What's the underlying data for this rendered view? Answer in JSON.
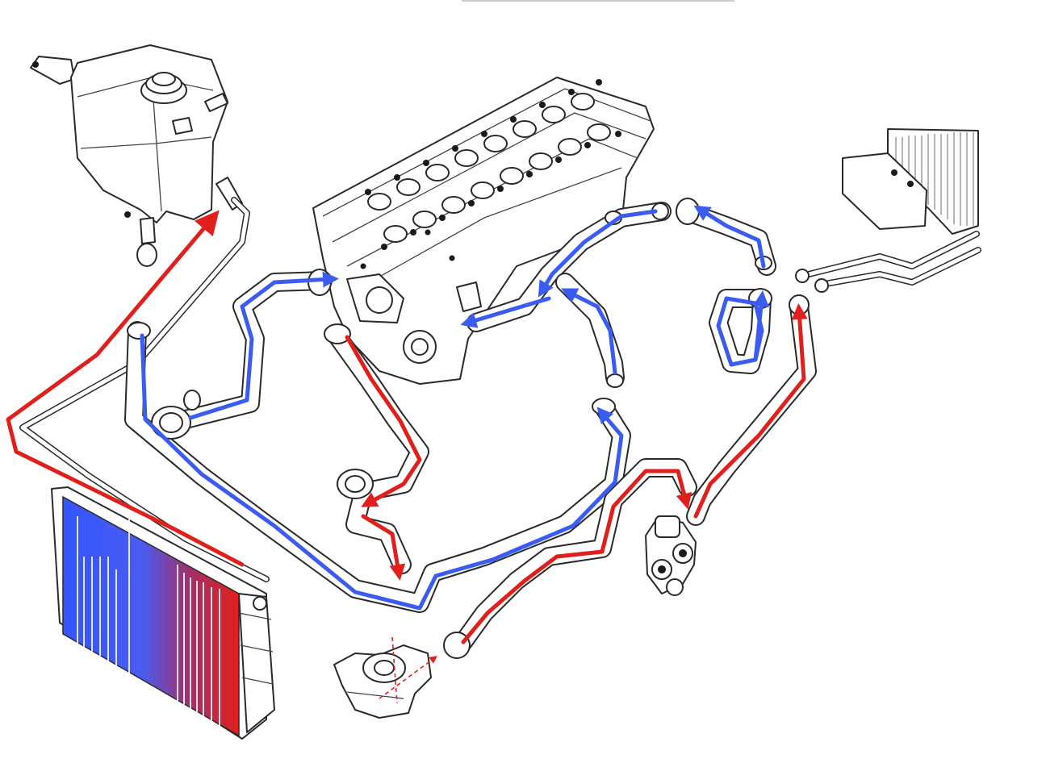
{
  "diagram": {
    "colors": {
      "cool": "#3b5cf0",
      "hot": "#e0201c",
      "line": "#2a2a2a",
      "background": "#ffffff"
    },
    "components": [
      {
        "id": "expansion-tank",
        "icon": "coolant-reservoir-icon"
      },
      {
        "id": "cylinder-head",
        "icon": "engine-head-icon"
      },
      {
        "id": "thermostat-housing",
        "icon": "thermostat-icon"
      },
      {
        "id": "heater-core",
        "icon": "heater-core-icon"
      },
      {
        "id": "heater-valve",
        "icon": "control-valve-icon"
      },
      {
        "id": "water-pump",
        "icon": "water-pump-icon"
      },
      {
        "id": "radiator",
        "icon": "radiator-icon"
      }
    ],
    "flows": [
      {
        "id": "radiator-outlet-to-pump",
        "type": "cool"
      },
      {
        "id": "pump-to-block",
        "type": "cool"
      },
      {
        "id": "head-to-heater",
        "type": "cool"
      },
      {
        "id": "heater-loop",
        "type": "cool"
      },
      {
        "id": "valve-to-engine",
        "type": "cool"
      },
      {
        "id": "thermostat-outlet",
        "type": "hot"
      },
      {
        "id": "heater-return",
        "type": "hot"
      },
      {
        "id": "pump-to-radiator-return",
        "type": "hot"
      },
      {
        "id": "bleed-line-to-tank",
        "type": "hot"
      }
    ]
  }
}
